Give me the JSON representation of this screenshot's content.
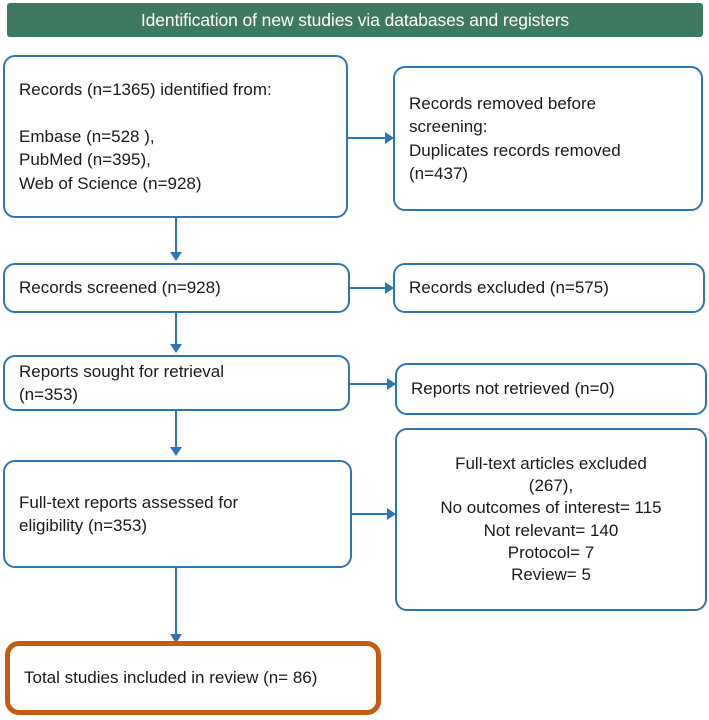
{
  "title": "PRISMA flow diagram",
  "colors": {
    "banner_background": "#3E7A61",
    "banner_text": "#FFFFFF",
    "box_border": "#2E75B6",
    "connector": "#2E75B6",
    "accent_border": "#C55A11",
    "box_background": "#FFFFFF",
    "text": "#1A1A1A"
  },
  "banner": {
    "label": "Identification of new studies via databases and registers"
  },
  "boxes": {
    "records_identified": {
      "text": "Records (n=1365) identified from:\n\nEmbase (n=528 ),\nPubMed (n=395),\nWeb of Science (n=928)",
      "align": "left"
    },
    "records_removed": {
      "text": "Records removed before\nscreening:\nDuplicates records removed\n(n=437)",
      "align": "left"
    },
    "records_screened": {
      "text": "Records screened (n=928)",
      "align": "left"
    },
    "records_excluded": {
      "text": "Records excluded (n=575)",
      "align": "left"
    },
    "reports_sought": {
      "text": "Reports sought for retrieval\n(n=353)",
      "align": "left"
    },
    "reports_not_retrieved": {
      "text": "Reports not retrieved (n=0)",
      "align": "left"
    },
    "fulltext_assessed": {
      "text": "Full-text reports assessed for\neligibility  (n=353)",
      "align": "left"
    },
    "fulltext_excluded": {
      "text": "Full-text articles excluded\n(267),\nNo outcomes of interest= 115\nNot relevant= 140\nProtocol= 7\nReview= 5",
      "align": "center"
    },
    "total_included": {
      "text": "Total studies included in review (n= 86)",
      "align": "left"
    }
  },
  "counts": {
    "records_identified_total": 1365,
    "embase": 528,
    "pubmed": 395,
    "web_of_science": 928,
    "duplicates_removed": 437,
    "records_screened": 928,
    "records_excluded": 575,
    "reports_sought": 353,
    "reports_not_retrieved": 0,
    "fulltext_assessed": 353,
    "fulltext_excluded": 267,
    "no_outcomes_of_interest": 115,
    "not_relevant": 140,
    "protocol": 7,
    "review": 5,
    "total_included": 86
  }
}
